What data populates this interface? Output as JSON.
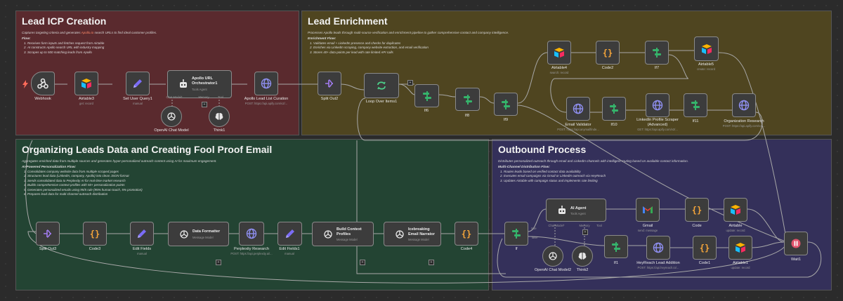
{
  "sections": {
    "icp": {
      "title": "Lead ICP Creation",
      "desc_pre": "Captures targeting criteria and generates ",
      "desc_hl": "Apollo.io",
      "desc_post": " search URLs to find ideal customer profiles.",
      "flow_title": "Flow:",
      "steps": [
        "Receives form inputs and fetches request from Airtable",
        "AI constructs Apollo search URL with industry mapping",
        "Scrapes up to 500 matching leads from Apollo"
      ]
    },
    "enrichment": {
      "title": "Lead Enrichment",
      "desc": "Processes Apollo leads through multi-source verification and enrichment pipeline to gather comprehensive contact and company intelligence.",
      "flow_title": "Enrichment Flow:",
      "steps": [
        "Validates email + LinkedIn presence and checks for duplicates",
        "Enriches via LinkedIn scraping, company website extraction, and email verification",
        "Stores 40+ data points per lead with rate limited API calls"
      ]
    },
    "organizing": {
      "title": "Organizing Leads Data and Creating Fool Proof Email",
      "desc": "Aggregates enriched data from multiple sources and generates hyper-personalized outreach content using AI for maximum engagement.",
      "flow_title": "AI-Powered Personalization Flow:",
      "steps": [
        "Consolidates company website data from multiple scraped pages",
        "Structures lead data (LinkedIn, company, Apollo) into clean JSON format",
        "Sends consolidated data to Perplexity AI for real-time market research",
        "Builds comprehensive context profiles with 50+ personalization points",
        "Generates personalized emails using 95/5 rule (95% human touch, 5% promotion)",
        "Prepares lead data for multi-channel outreach distribution"
      ]
    },
    "outbound": {
      "title": "Outbound Process",
      "desc": "Distributes personalized outreach through email and LinkedIn channels with intelligent routing based on available contact information.",
      "flow_title": "Multi-Channel Distribution Flow:",
      "steps": [
        "Routes leads based on verified contact data availability",
        "Executes email campaigns via Gmail or LinkedIn outreach via HeyReach",
        "Updates Airtable with campaign status and implements rate limiting"
      ]
    }
  },
  "nodes": {
    "webhook": {
      "label": "Webhook"
    },
    "airtable3": {
      "label": "Airtable3",
      "sub": "get: record"
    },
    "set_user_query": {
      "label": "Set User Query1",
      "sub": "manual"
    },
    "apollo_orch": {
      "label": "Apollo URL Orchestrator1",
      "sub": "Tools Agent"
    },
    "apollo_curation": {
      "label": "Apollo Lead List Curation",
      "sub": "POST: https://api.apify.com/v2/..."
    },
    "openai_chat": {
      "label": "OpenAI Chat Model"
    },
    "think1": {
      "label": "Think1"
    },
    "split_out2": {
      "label": "Split Out2"
    },
    "loop": {
      "label": "Loop Over Items1"
    },
    "if6": {
      "label": "If6"
    },
    "if8": {
      "label": "If8"
    },
    "if9": {
      "label": "If9"
    },
    "airtable4": {
      "label": "Airtable4",
      "sub": "search: record"
    },
    "code2": {
      "label": "Code2"
    },
    "if7": {
      "label": "If7"
    },
    "airtable5": {
      "label": "Airtable5",
      "sub": "create: record"
    },
    "email_validator": {
      "label": "Email Validator",
      "sub": "POST: https://api.anymailfinde..."
    },
    "if10": {
      "label": "If10"
    },
    "linkedin_scraper": {
      "label": "LinkedIn Profile Scraper (Advanced)",
      "sub": "GET: https://api.apify.com/v2/..."
    },
    "if11": {
      "label": "If11"
    },
    "org_research": {
      "label": "Organization Research",
      "sub": "POST: https://api.apify.com/v2/..."
    },
    "split_out3": {
      "label": "Split Out3"
    },
    "code3": {
      "label": "Code3"
    },
    "edit_fields": {
      "label": "Edit Fields",
      "sub": "manual"
    },
    "data_formatter": {
      "label": "Data Formatter",
      "sub": "Message Model"
    },
    "perplexity": {
      "label": "Perplexity Research",
      "sub": "POST: https://api.perplexity.ai/..."
    },
    "edit_fields1": {
      "label": "Edit Fields1",
      "sub": "manual"
    },
    "build_context": {
      "label": "Build Context Profiles",
      "sub": "Message Model"
    },
    "icebreaking": {
      "label": "Icebreaking Email Narrator",
      "sub": "Message Model"
    },
    "code4": {
      "label": "Code4"
    },
    "if": {
      "label": "If"
    },
    "ai_agent": {
      "label": "AI Agent",
      "sub": "Tools Agent"
    },
    "openai_chat2": {
      "label": "OpenAI Chat Model2"
    },
    "think2": {
      "label": "Think2"
    },
    "gmail": {
      "label": "Gmail",
      "sub": "send: message"
    },
    "code": {
      "label": "Code"
    },
    "airtable": {
      "label": "Airtable",
      "sub": "update: record"
    },
    "if1": {
      "label": "If1"
    },
    "heyreach": {
      "label": "HeyReach Lead Addition",
      "sub": "POST: https://api.heyreach.io/..."
    },
    "code1": {
      "label": "Code1"
    },
    "airtable1": {
      "label": "Airtable1",
      "sub": "update: record"
    },
    "wait1": {
      "label": "Wait1"
    }
  },
  "port_labels": {
    "chat_model": "Chat Model*",
    "memory": "Memory",
    "tool": "Tool",
    "true": "true",
    "false": "false"
  },
  "colors": {
    "icp": "#5a2a2e",
    "enrichment": "#4f4520",
    "organizing": "#234433",
    "outbound": "#34305a",
    "wire": "#a8a8a8"
  }
}
